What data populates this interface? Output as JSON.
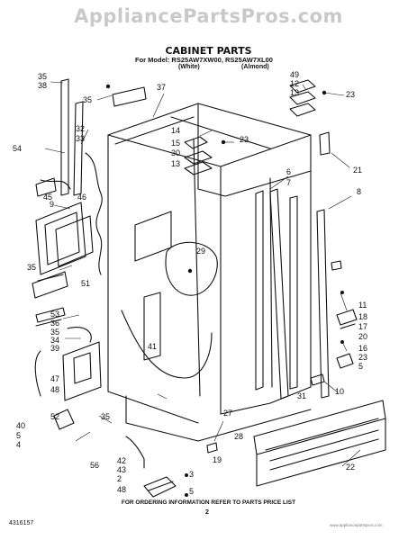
{
  "watermark": "AppliancePartsPros.com",
  "header": {
    "title": "CABINET PARTS",
    "model_line": "For Model: RS25AW7XW00, RS25AW7XL00",
    "variant_white": "(White)",
    "variant_almond": "(Almond)"
  },
  "footer": {
    "notice": "FOR ORDERING INFORMATION REFER TO PARTS PRICE LIST",
    "page_number": "2",
    "document_number": "4316157",
    "fine_print": "www.appliancepartspros.com"
  },
  "colors": {
    "line": "#111111",
    "watermark": "#c9c9c9"
  },
  "callouts": [
    {
      "text": "35",
      "pos": "left"
    },
    {
      "text": "38",
      "pos": "left"
    },
    {
      "text": "35",
      "pos": "left"
    },
    {
      "text": "37",
      "pos": "top"
    },
    {
      "text": "32",
      "pos": "left"
    },
    {
      "text": "33",
      "pos": "left"
    },
    {
      "text": "54",
      "pos": "left"
    },
    {
      "text": "45",
      "pos": "left"
    },
    {
      "text": "9",
      "pos": "left"
    },
    {
      "text": "46",
      "pos": "left"
    },
    {
      "text": "35",
      "pos": "left"
    },
    {
      "text": "51",
      "pos": "left"
    },
    {
      "text": "53",
      "pos": "left"
    },
    {
      "text": "36",
      "pos": "left"
    },
    {
      "text": "35",
      "pos": "left"
    },
    {
      "text": "34",
      "pos": "left"
    },
    {
      "text": "39",
      "pos": "left"
    },
    {
      "text": "47",
      "pos": "left"
    },
    {
      "text": "48",
      "pos": "left"
    },
    {
      "text": "52",
      "pos": "left"
    },
    {
      "text": "40",
      "pos": "left"
    },
    {
      "text": "5",
      "pos": "left"
    },
    {
      "text": "4",
      "pos": "left"
    },
    {
      "text": "35",
      "pos": "center"
    },
    {
      "text": "56",
      "pos": "center"
    },
    {
      "text": "42",
      "pos": "center"
    },
    {
      "text": "43",
      "pos": "center"
    },
    {
      "text": "2",
      "pos": "center"
    },
    {
      "text": "48",
      "pos": "center"
    },
    {
      "text": "3",
      "pos": "center"
    },
    {
      "text": "5",
      "pos": "center"
    },
    {
      "text": "41",
      "pos": "center"
    },
    {
      "text": "29",
      "pos": "center"
    },
    {
      "text": "14",
      "pos": "top"
    },
    {
      "text": "15",
      "pos": "top"
    },
    {
      "text": "30",
      "pos": "top"
    },
    {
      "text": "13",
      "pos": "top"
    },
    {
      "text": "23",
      "pos": "top"
    },
    {
      "text": "49",
      "pos": "right"
    },
    {
      "text": "12",
      "pos": "right"
    },
    {
      "text": "13",
      "pos": "right"
    },
    {
      "text": "23",
      "pos": "right"
    },
    {
      "text": "21",
      "pos": "right"
    },
    {
      "text": "6",
      "pos": "right"
    },
    {
      "text": "7",
      "pos": "right"
    },
    {
      "text": "8",
      "pos": "right"
    },
    {
      "text": "11",
      "pos": "right"
    },
    {
      "text": "18",
      "pos": "right"
    },
    {
      "text": "17",
      "pos": "right"
    },
    {
      "text": "20",
      "pos": "right"
    },
    {
      "text": "16",
      "pos": "right"
    },
    {
      "text": "23",
      "pos": "right"
    },
    {
      "text": "5",
      "pos": "right"
    },
    {
      "text": "10",
      "pos": "right"
    },
    {
      "text": "31",
      "pos": "right"
    },
    {
      "text": "27",
      "pos": "bottom"
    },
    {
      "text": "28",
      "pos": "bottom"
    },
    {
      "text": "19",
      "pos": "bottom"
    },
    {
      "text": "22",
      "pos": "right"
    }
  ]
}
